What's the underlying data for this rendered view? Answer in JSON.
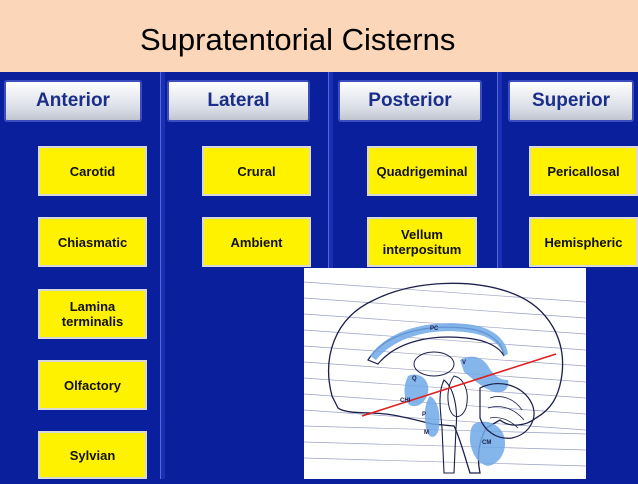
{
  "title": "Supratentorial Cisterns",
  "columns": [
    {
      "header": "Anterior",
      "items": [
        "Carotid",
        "Chiasmatic",
        "Lamina\nterminalis",
        "Olfactory",
        "Sylvian"
      ]
    },
    {
      "header": "Lateral",
      "items": [
        "Crural",
        "Ambient"
      ]
    },
    {
      "header": "Posterior",
      "items": [
        "Quadrigeminal",
        "Vellum\ninterpositum"
      ]
    },
    {
      "header": "Superior",
      "items": [
        "Pericallosal",
        "Hemispheric"
      ]
    }
  ],
  "figure": {
    "labels": [
      "PC",
      "V",
      "Q",
      "CHI",
      "P",
      "M",
      "CM"
    ]
  },
  "colors": {
    "background": "#0a1f9c",
    "title_bar": "#fbd6b8",
    "box_fill": "#fff200",
    "header_text": "#1a2e8a",
    "cistern_fill": "#6fa8e8",
    "line": "#e02020"
  }
}
